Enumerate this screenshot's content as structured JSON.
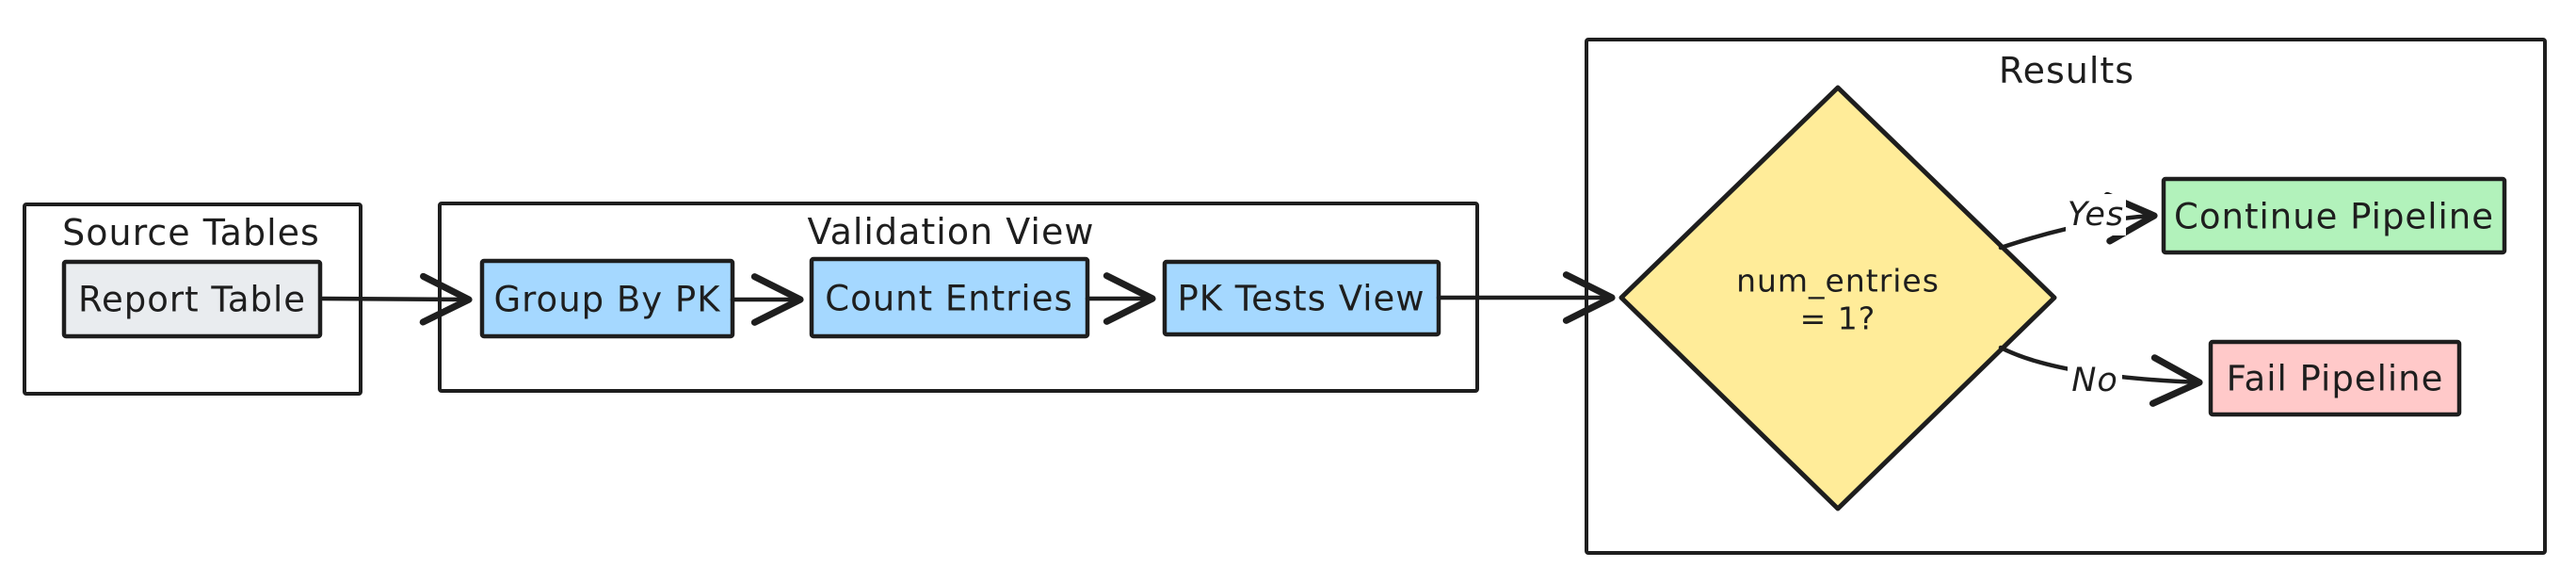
{
  "canvas": {
    "background": "#ffffff",
    "stroke_color": "#1e1e1e"
  },
  "groups": {
    "source": {
      "label": "Source Tables"
    },
    "validation": {
      "label": "Validation View"
    },
    "results": {
      "label": "Results"
    }
  },
  "nodes": {
    "report_table": {
      "label": "Report Table",
      "fill": "#e9ecef"
    },
    "group_by_pk": {
      "label": "Group By PK",
      "fill": "#a5d8ff"
    },
    "count_entries": {
      "label": "Count Entries",
      "fill": "#a5d8ff"
    },
    "pk_tests_view": {
      "label": "PK Tests View",
      "fill": "#a5d8ff"
    },
    "decision": {
      "line1": "num_entries",
      "line2": "= 1?",
      "fill": "#ffec99"
    },
    "continue_pipeline": {
      "label": "Continue Pipeline",
      "fill": "#b2f2bb"
    },
    "fail_pipeline": {
      "label": "Fail Pipeline",
      "fill": "#ffc9c9"
    }
  },
  "edges": {
    "yes": {
      "label": "Yes"
    },
    "no": {
      "label": "No"
    }
  }
}
